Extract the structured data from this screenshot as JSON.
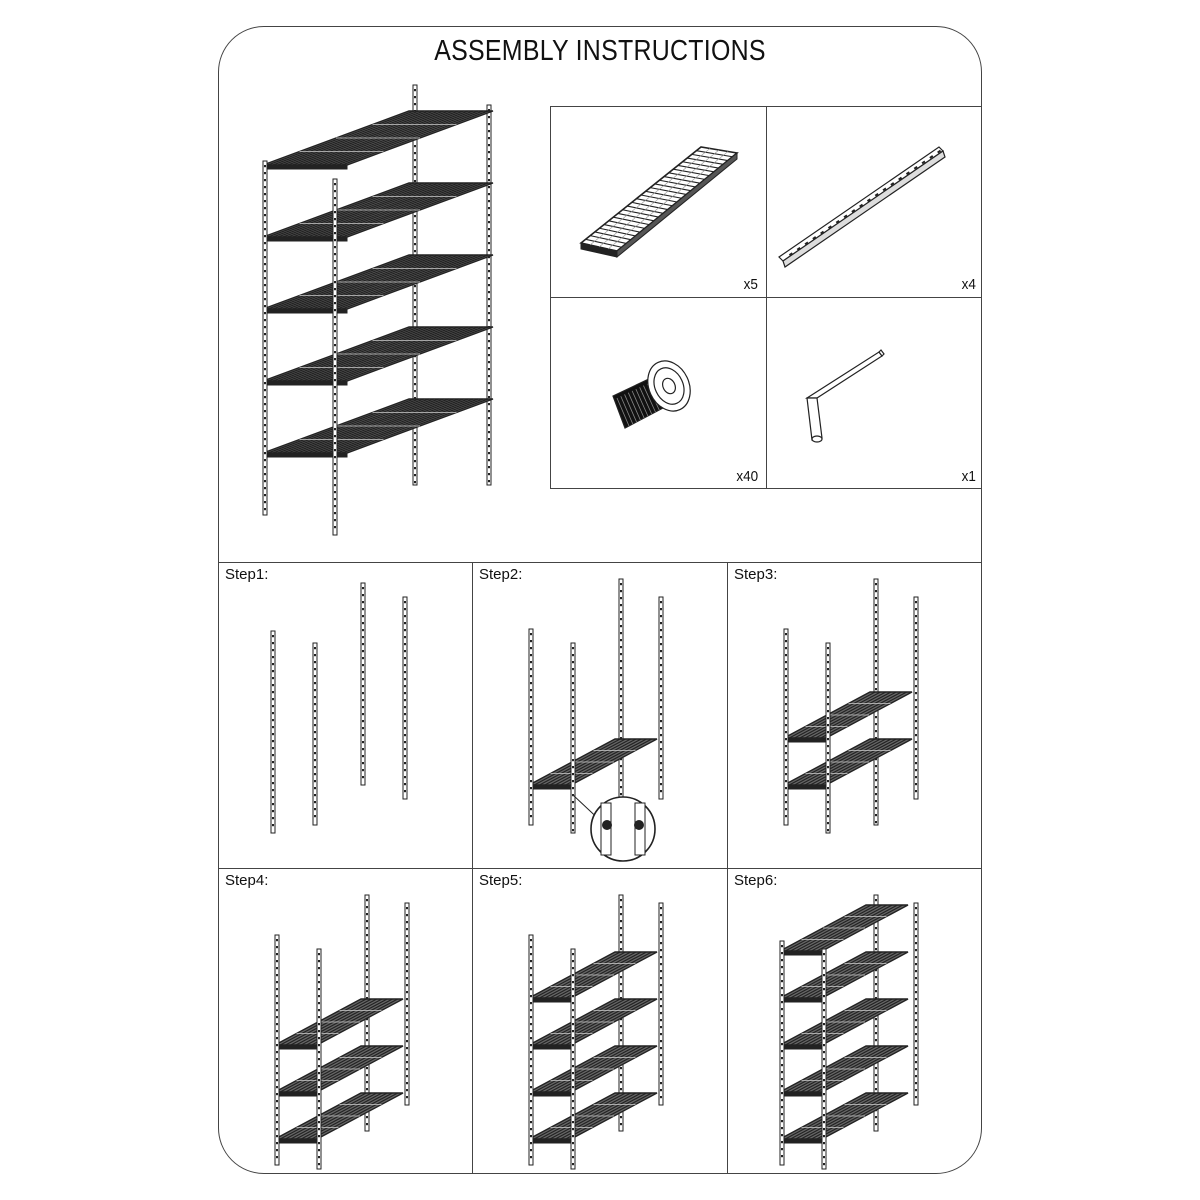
{
  "title": "ASSEMBLY INSTRUCTIONS",
  "product": {
    "name": "5-tier wire shelving unit",
    "icon": "shelving-unit-icon"
  },
  "parts": [
    {
      "icon": "wire-shelf-icon",
      "qty": "x5"
    },
    {
      "icon": "upright-post-icon",
      "qty": "x4"
    },
    {
      "icon": "screw-bolt-icon",
      "qty": "x40"
    },
    {
      "icon": "allen-key-icon",
      "qty": "x1"
    }
  ],
  "steps": [
    {
      "label": "Step1:",
      "shelves": 0,
      "detail": false
    },
    {
      "label": "Step2:",
      "shelves": 1,
      "detail": true
    },
    {
      "label": "Step3:",
      "shelves": 2,
      "detail": false
    },
    {
      "label": "Step4:",
      "shelves": 3,
      "detail": false
    },
    {
      "label": "Step5:",
      "shelves": 4,
      "detail": false
    },
    {
      "label": "Step6:",
      "shelves": 5,
      "detail": false
    }
  ],
  "colors": {
    "line": "#222222",
    "border": "#444444",
    "background": "#ffffff"
  }
}
